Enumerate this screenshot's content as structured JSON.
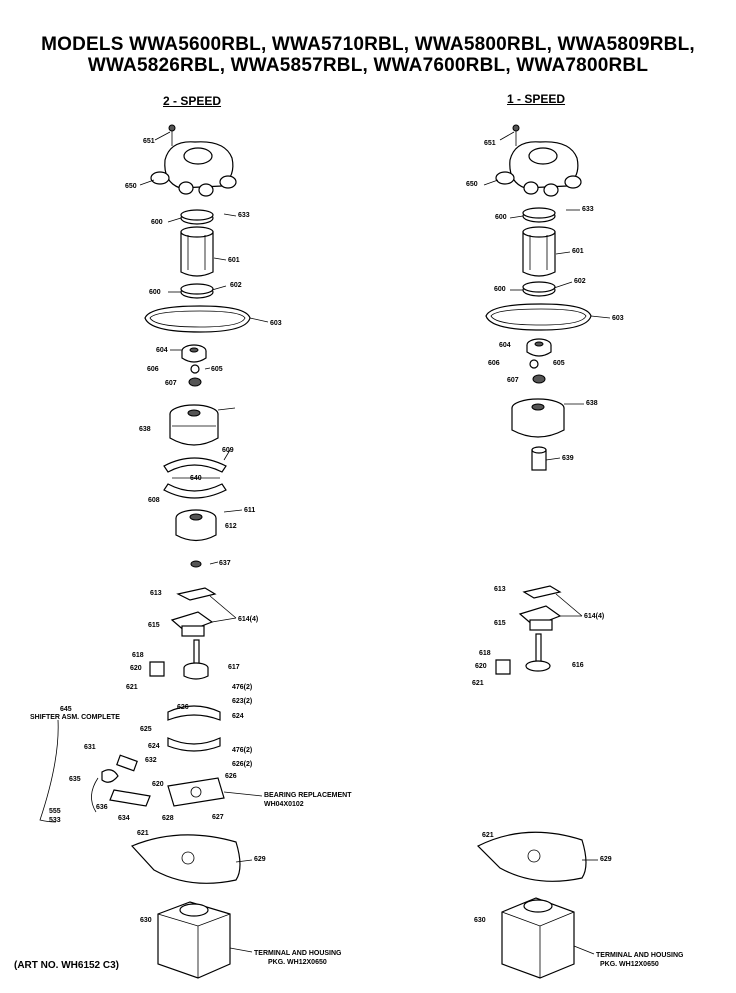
{
  "title": {
    "line1": "MODELS WWA5600RBL, WWA5710RBL, WWA5800RBL, WWA5809RBL,",
    "line2": "WWA5826RBL, WWA5857RBL, WWA7600RBL, WWA7800RBL"
  },
  "columns": {
    "left": "2 - SPEED",
    "right": "1 - SPEED"
  },
  "notes": {
    "shifter_num": "645",
    "shifter": "SHIFTER ASM. COMPLETE",
    "bearing1": "BEARING REPLACEMENT",
    "bearing2": "WH04X0102",
    "terminal_left1": "TERMINAL AND HOUSING",
    "terminal_left2": "PKG. WH12X0650",
    "terminal_right1": "TERMINAL AND HOUSING",
    "terminal_right2": "PKG. WH12X0650",
    "art_no": "(ART NO. WH6152 C3)"
  },
  "labels_left": [
    "651",
    "650",
    "633",
    "600",
    "601",
    "600",
    "602",
    "603",
    "604",
    "606",
    "605",
    "607",
    "638",
    "609",
    "640",
    "608",
    "611",
    "612",
    "637",
    "613",
    "614(4)",
    "615",
    "618",
    "617",
    "620",
    "621",
    "476(2)",
    "623(2)",
    "626",
    "624",
    "625",
    "624",
    "476(2)",
    "626(2)",
    "631",
    "632",
    "635",
    "636",
    "620",
    "626",
    "555",
    "533",
    "634",
    "627",
    "628",
    "621",
    "629",
    "630"
  ],
  "labels_right": [
    "651",
    "650",
    "633",
    "600",
    "601",
    "600",
    "602",
    "603",
    "604",
    "606",
    "605",
    "607",
    "638",
    "639",
    "613",
    "614(4)",
    "615",
    "618",
    "620",
    "621",
    "616",
    "621",
    "629",
    "630"
  ]
}
